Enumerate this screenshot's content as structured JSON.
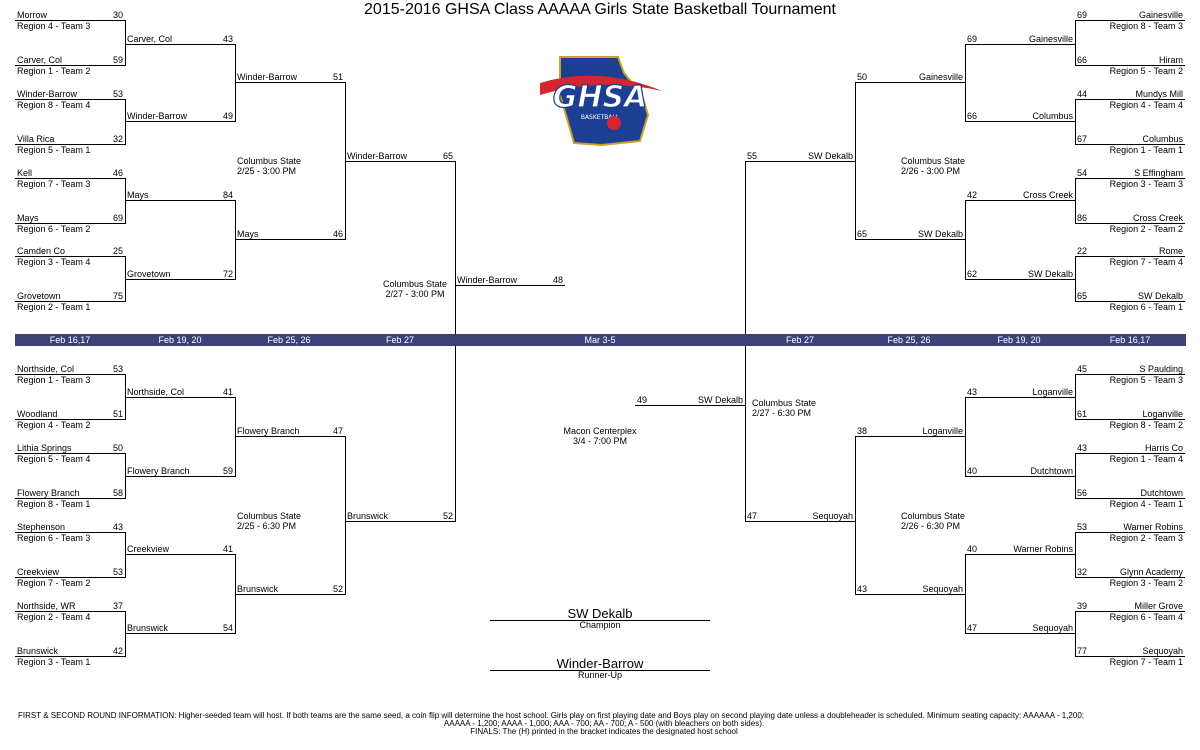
{
  "title": "2015-2016 GHSA Class AAAAA Girls State Basketball Tournament",
  "colors": {
    "date_bar": "#3c4277",
    "logo_blue": "#1c3f94",
    "logo_red": "#d32630",
    "logo_gold": "#c9a227"
  },
  "logo": {
    "text": "GHSA",
    "subtext": "BASKETBALL"
  },
  "dates": [
    "Feb 16,17",
    "Feb 19, 20",
    "Feb 25, 26",
    "Feb 27",
    "Mar 3-5",
    "Feb 27",
    "Feb 25, 26",
    "Feb 19, 20",
    "Feb 16,17"
  ],
  "lines": {
    "r1": [
      {
        "team": "Morrow",
        "seed": "Region 4 - Team 3",
        "score": "30"
      },
      {
        "team": "Carver, Col",
        "seed": "Region 1 - Team 2",
        "score": "59"
      },
      {
        "team": "Winder-Barrow",
        "seed": "Region 8 - Team 4",
        "score": "53"
      },
      {
        "team": "Villa Rica",
        "seed": "Region 5 - Team 1",
        "score": "32"
      },
      {
        "team": "Kell",
        "seed": "Region 7 - Team 3",
        "score": "46"
      },
      {
        "team": "Mays",
        "seed": "Region 6 - Team 2",
        "score": "69"
      },
      {
        "team": "Camden Co",
        "seed": "Region 3 - Team 4",
        "score": "25"
      },
      {
        "team": "Grovetown",
        "seed": "Region 2 - Team 1",
        "score": "75"
      },
      {
        "team": "Northside, Col",
        "seed": "Region 1 - Team 3",
        "score": "53"
      },
      {
        "team": "Woodland",
        "seed": "Region 4 - Team 2",
        "score": "51"
      },
      {
        "team": "Lithia Springs",
        "seed": "Region 5 - Team 4",
        "score": "50"
      },
      {
        "team": "Flowery Branch",
        "seed": "Region 8 - Team 1",
        "score": "58"
      },
      {
        "team": "Stephenson",
        "seed": "Region 6 - Team 3",
        "score": "43"
      },
      {
        "team": "Creekview",
        "seed": "Region 7 - Team 2",
        "score": "53"
      },
      {
        "team": "Northside, WR",
        "seed": "Region 2 - Team 4",
        "score": "37"
      },
      {
        "team": "Brunswick",
        "seed": "Region 3 - Team 1",
        "score": "42"
      },
      {
        "team": "Gainesville",
        "seed": "Region 8 - Team 3",
        "score": "69"
      },
      {
        "team": "Hiram",
        "seed": "Region 5 - Team 2",
        "score": "66"
      },
      {
        "team": "Mundys Mill",
        "seed": "Region 4 - Team 4",
        "score": "44"
      },
      {
        "team": "Columbus",
        "seed": "Region 1 - Team 1",
        "score": "67"
      },
      {
        "team": "S Effingham",
        "seed": "Region 3 - Team 3",
        "score": "54"
      },
      {
        "team": "Cross Creek",
        "seed": "Region 2 - Team 2",
        "score": "86"
      },
      {
        "team": "Rome",
        "seed": "Region 7 - Team 4",
        "score": "22"
      },
      {
        "team": "SW Dekalb",
        "seed": "Region 6 - Team 1",
        "score": "65"
      },
      {
        "team": "S Paulding",
        "seed": "Region 5 - Team 3",
        "score": "45"
      },
      {
        "team": "Loganville",
        "seed": "Region 8 - Team 2",
        "score": "61"
      },
      {
        "team": "Harris Co",
        "seed": "Region 1 - Team 4",
        "score": "43"
      },
      {
        "team": "Dutchtown",
        "seed": "Region 4 - Team 1",
        "score": "56"
      },
      {
        "team": "Warner Robins",
        "seed": "Region 2 - Team 3",
        "score": "53"
      },
      {
        "team": "Glynn Academy",
        "seed": "Region 3 - Team 2",
        "score": "32"
      },
      {
        "team": "Miller Grove",
        "seed": "Region 6 - Team 4",
        "score": "39"
      },
      {
        "team": "Sequoyah",
        "seed": "Region 7 - Team 1",
        "score": "77"
      }
    ],
    "r2": [
      {
        "team": "Carver, Col",
        "score": "43"
      },
      {
        "team": "Winder-Barrow",
        "score": "49"
      },
      {
        "team": "Mays",
        "score": "84"
      },
      {
        "team": "Grovetown",
        "score": "72"
      },
      {
        "team": "Northside, Col",
        "score": "41"
      },
      {
        "team": "Flowery Branch",
        "score": "59"
      },
      {
        "team": "Creekview",
        "score": "41"
      },
      {
        "team": "Brunswick",
        "score": "54"
      },
      {
        "team": "Gainesville",
        "score": "69"
      },
      {
        "team": "Columbus",
        "score": "66"
      },
      {
        "team": "Cross Creek",
        "score": "42"
      },
      {
        "team": "SW Dekalb",
        "score": "62"
      },
      {
        "team": "Loganville",
        "score": "43"
      },
      {
        "team": "Dutchtown",
        "score": "40"
      },
      {
        "team": "Warner Robins",
        "score": "40"
      },
      {
        "team": "Sequoyah",
        "score": "47"
      }
    ],
    "r3": [
      {
        "team": "Winder-Barrow",
        "score": "51"
      },
      {
        "team": "Mays",
        "score": "46"
      },
      {
        "team": "Flowery Branch",
        "score": "47"
      },
      {
        "team": "Brunswick",
        "score": "52"
      },
      {
        "team": "Gainesville",
        "score": "50"
      },
      {
        "team": "SW Dekalb",
        "score": "65"
      },
      {
        "team": "Loganville",
        "score": "38"
      },
      {
        "team": "Sequoyah",
        "score": "43"
      }
    ],
    "r4": [
      {
        "team": "Winder-Barrow",
        "score": "65"
      },
      {
        "team": "Brunswick",
        "score": "52"
      },
      {
        "team": "SW Dekalb",
        "score": "55"
      },
      {
        "team": "Sequoyah",
        "score": "47"
      }
    ],
    "final": [
      {
        "team": "Winder-Barrow",
        "score": "48"
      },
      {
        "team": "SW Dekalb",
        "score": "49"
      }
    ]
  },
  "notes": {
    "qf_tl": {
      "venue": "Columbus State",
      "time": "2/25 - 3:00 PM"
    },
    "qf_bl": {
      "venue": "Columbus State",
      "time": "2/25 - 6:30 PM"
    },
    "qf_tr": {
      "venue": "Columbus State",
      "time": "2/26 - 3:00 PM"
    },
    "qf_br": {
      "venue": "Columbus State",
      "time": "2/26 - 6:30 PM"
    },
    "sf_l": {
      "venue": "Columbus State",
      "time": "2/27 - 3:00 PM"
    },
    "sf_r": {
      "venue": "Columbus State",
      "time": "2/27 - 6:30 PM"
    },
    "final": {
      "venue": "Macon Centerplex",
      "time": "3/4 - 7:00 PM"
    }
  },
  "champion": {
    "team": "SW Dekalb",
    "label": "Champion"
  },
  "runner_up": {
    "team": "Winder-Barrow",
    "label": "Runner-Up"
  },
  "footer": {
    "line1": "FIRST & SECOND ROUND INFORMATION: Higher-seeded team will host.  If both teams are the same seed, a coin flip will determine the host school.  Girls play on first playing date and Boys play on second playing date unless a doubleheader is scheduled.  Minimum seating capacity: AAAAAA - 1,200;",
    "line2": "AAAAA - 1,200; AAAA - 1,000; AAA - 700; AA - 700; A - 500 (with bleachers on both sides).",
    "line3": "FINALS: The (H) printed in the bracket indicates the designated host school"
  }
}
